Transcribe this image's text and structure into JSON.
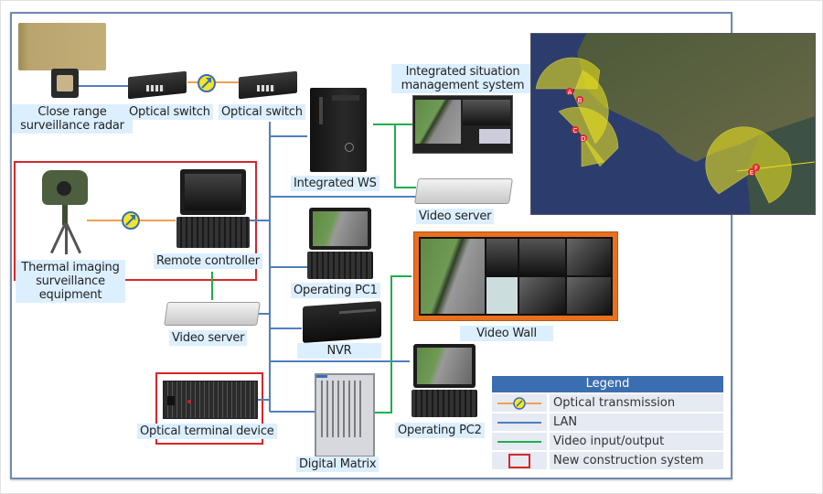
{
  "devices": {
    "radar": {
      "label_line1": "Close range",
      "label_line2": "surveillance radar"
    },
    "optical_switch_1": {
      "label": "Optical switch"
    },
    "optical_switch_2": {
      "label": "Optical switch"
    },
    "integrated_ws": {
      "label": "Integrated WS"
    },
    "situation_system": {
      "label_line1": "Integrated situation",
      "label_line2": "management system"
    },
    "video_server_top": {
      "label": "Video server"
    },
    "thermal": {
      "label_line1": "Thermal imaging",
      "label_line2": "surveillance",
      "label_line3": "equipment"
    },
    "remote_controller": {
      "label": "Remote controller"
    },
    "operating_pc1": {
      "label": "Operating PC1"
    },
    "video_wall": {
      "label": "Video Wall"
    },
    "video_server_bottom": {
      "label": "Video server"
    },
    "nvr": {
      "label": "NVR"
    },
    "operating_pc2": {
      "label": "Operating PC2"
    },
    "optical_terminal": {
      "label": "Optical terminal device"
    },
    "digital_matrix": {
      "label": "Digital Matrix"
    }
  },
  "map": {
    "markers": [
      "A",
      "B",
      "C",
      "D",
      "E",
      "F"
    ]
  },
  "legend": {
    "title": "Legend",
    "items": [
      {
        "symbol": "optical-transmission",
        "label": "Optical transmission"
      },
      {
        "symbol": "lan-line",
        "label": "LAN"
      },
      {
        "symbol": "video-line",
        "label": "Video input/output"
      },
      {
        "symbol": "new-system-box",
        "label": "New construction system"
      }
    ]
  },
  "colors": {
    "lan": "#4f7fc0",
    "video": "#1fae4b",
    "optical": "#f0a050",
    "new_system": "#d8262a",
    "frame": "#6f8ab0",
    "label_bg": "#dcefff",
    "legend_header": "#3b6eb0"
  }
}
